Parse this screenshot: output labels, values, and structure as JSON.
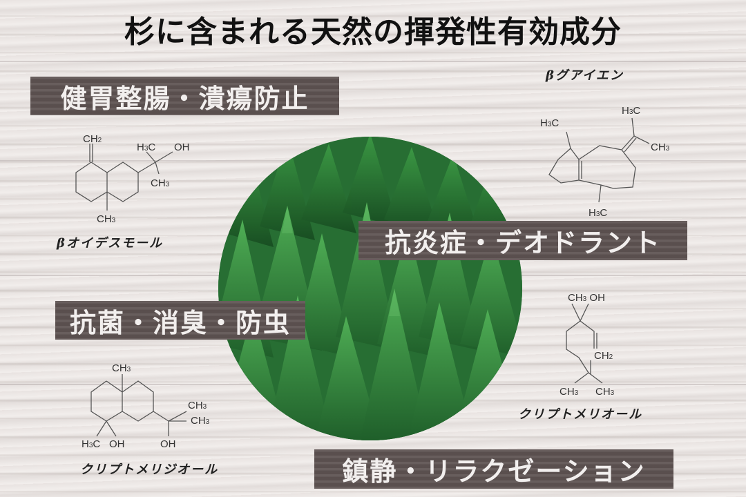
{
  "title": "杉に含まれる天然の揮発性有効成分",
  "center_image": {
    "subject": "cedar-forest",
    "shape": "circle",
    "color": "#2f7d3a"
  },
  "banners": [
    {
      "id": "digestive",
      "label": "健胃整腸・潰瘍防止"
    },
    {
      "id": "anti-inflammatory",
      "label": "抗炎症・デオドラント"
    },
    {
      "id": "antibacterial",
      "label": "抗菌・消臭・防虫"
    },
    {
      "id": "sedative",
      "label": "鎮静・リラクゼーション"
    }
  ],
  "compounds": [
    {
      "name": "βオイデスモール",
      "groups": {
        "top": "CH₂",
        "right_top_left": "H₃C",
        "right_top_right": "OH",
        "right_bottom": "CH₃",
        "bottom": "CH₃"
      }
    },
    {
      "name": "βグアイエン",
      "groups": {
        "top": "H₃C",
        "right": "CH₃",
        "left": "H₃C",
        "bottom": "H₃C"
      }
    },
    {
      "name": "クリプトメリオール",
      "groups": {
        "top_left": "CH₃",
        "top_right": "OH",
        "vinyl": "CH₂",
        "bottom_left": "CH₃",
        "bottom_right": "CH₃"
      }
    },
    {
      "name": "クリプトメリジオール",
      "groups": {
        "top": "CH₃",
        "right_top": "CH₃",
        "right_bottom": "CH₃",
        "bottom_left": "H₃C",
        "bottom_mid": "OH",
        "bottom_right": "OH"
      }
    }
  ],
  "colors": {
    "banner_bg": "#5f5453",
    "banner_text": "#f2efee",
    "title_text": "#111111",
    "background": "#ece7e5",
    "forest": "#2f7d3a"
  }
}
